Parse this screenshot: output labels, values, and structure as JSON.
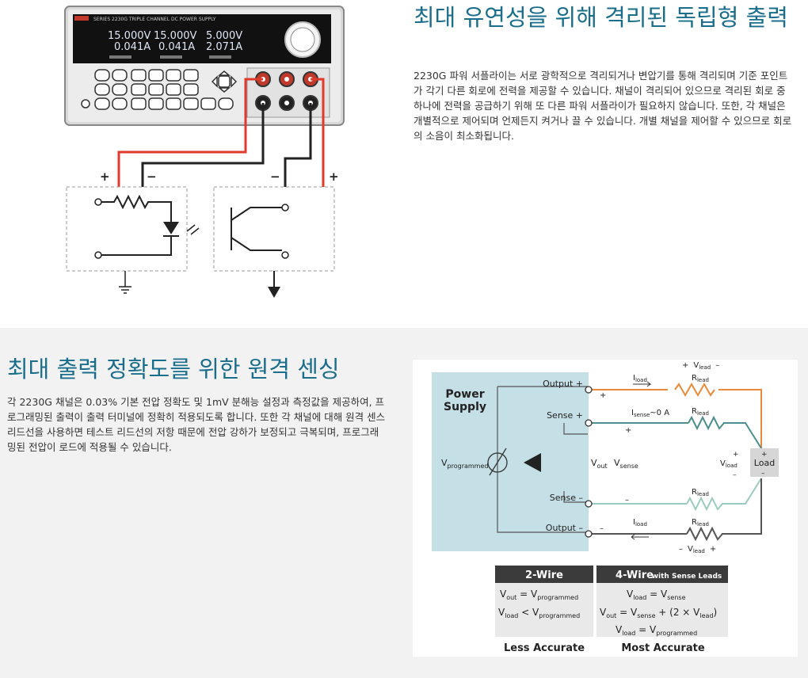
{
  "isolation": {
    "title": "최대 유연성을 위해 격리된 독립형 출력",
    "paragraph": "2230G 파워 서플라이는 서로 광학적으로 격리되거나 변압기를 통해 격리되며 기준 포인트가 각기 다른 회로에 전력을 제공할 수 있습니다. 채널이 격리되어 있으므로 격리된 회로 중 하나에 전력을 공급하기 위해 또 다른 파워 서플라이가 필요하지 않습니다. 또한, 각 채널은 개별적으로 제어되며 언제든지 켜거나 끌 수 있습니다. 개별 채널을 제어할 수 있으므로 회로의 소음이 최소화됩니다.",
    "figure": {
      "ch1_voltage": "15.000V",
      "ch2_voltage": "15.000V",
      "ch3_voltage": "5.000V",
      "ch1_current": "0.041A",
      "ch2_current": "0.041A",
      "ch3_current": "2.071A",
      "plus": "+",
      "minus": "−"
    }
  },
  "remote_sensing": {
    "title": "최대 출력 정확도를 위한 원격 센싱",
    "paragraph": "각 2230G 채널은 0.03% 기본 전압 정확도 및 1mV 분해능 설정과 측정값을 제공하여, 프로그래밍된 출력이 출력 터미널에 정확히 적용되도록 합니다. 또한 각 채널에 대해 원격 센스 리드선을 사용하면 테스트 리드선의 저항 때문에 전압 강하가 보정되고 극복되며, 프로그래밍된 전압이 로드에 적용될 수 있습니다.",
    "diagram": {
      "power_supply": [
        "Power",
        "Supply"
      ],
      "output_plus": "Output +",
      "sense_plus": "Sense +",
      "sense_minus": "Sense –",
      "output_minus": "Output –",
      "v_programmed": "V",
      "v_programmed_sub": "programmed",
      "v_out": "V",
      "v_out_sub": "out",
      "v_sense": "V",
      "v_sense_sub": "sense",
      "i_load": "I",
      "i_load_sub": "load",
      "i_sense": "I",
      "i_sense_sub": "sense",
      "i_sense_val": "~0 A",
      "r_lead": "R",
      "r_lead_sub": "lead",
      "v_lead": "V",
      "v_lead_sub": "lead",
      "v_load": "V",
      "v_load_sub": "load",
      "load": "Load",
      "plus": "+",
      "minus": "–",
      "two_wire": "2-Wire",
      "four_wire": "4-Wire",
      "four_wire_sub": "with Sense Leads",
      "less_accurate": "Less Accurate",
      "most_accurate": "Most Accurate"
    }
  },
  "colors": {
    "heading": "#1a6e8c",
    "panel_blue": "#c5dfe6",
    "orange_wire": "#e88a3a",
    "teal_wire": "#4a8f8c",
    "light_teal_wire": "#9ccabf",
    "red_wire": "#e03a2f",
    "table_header": "#3b3b3b"
  }
}
